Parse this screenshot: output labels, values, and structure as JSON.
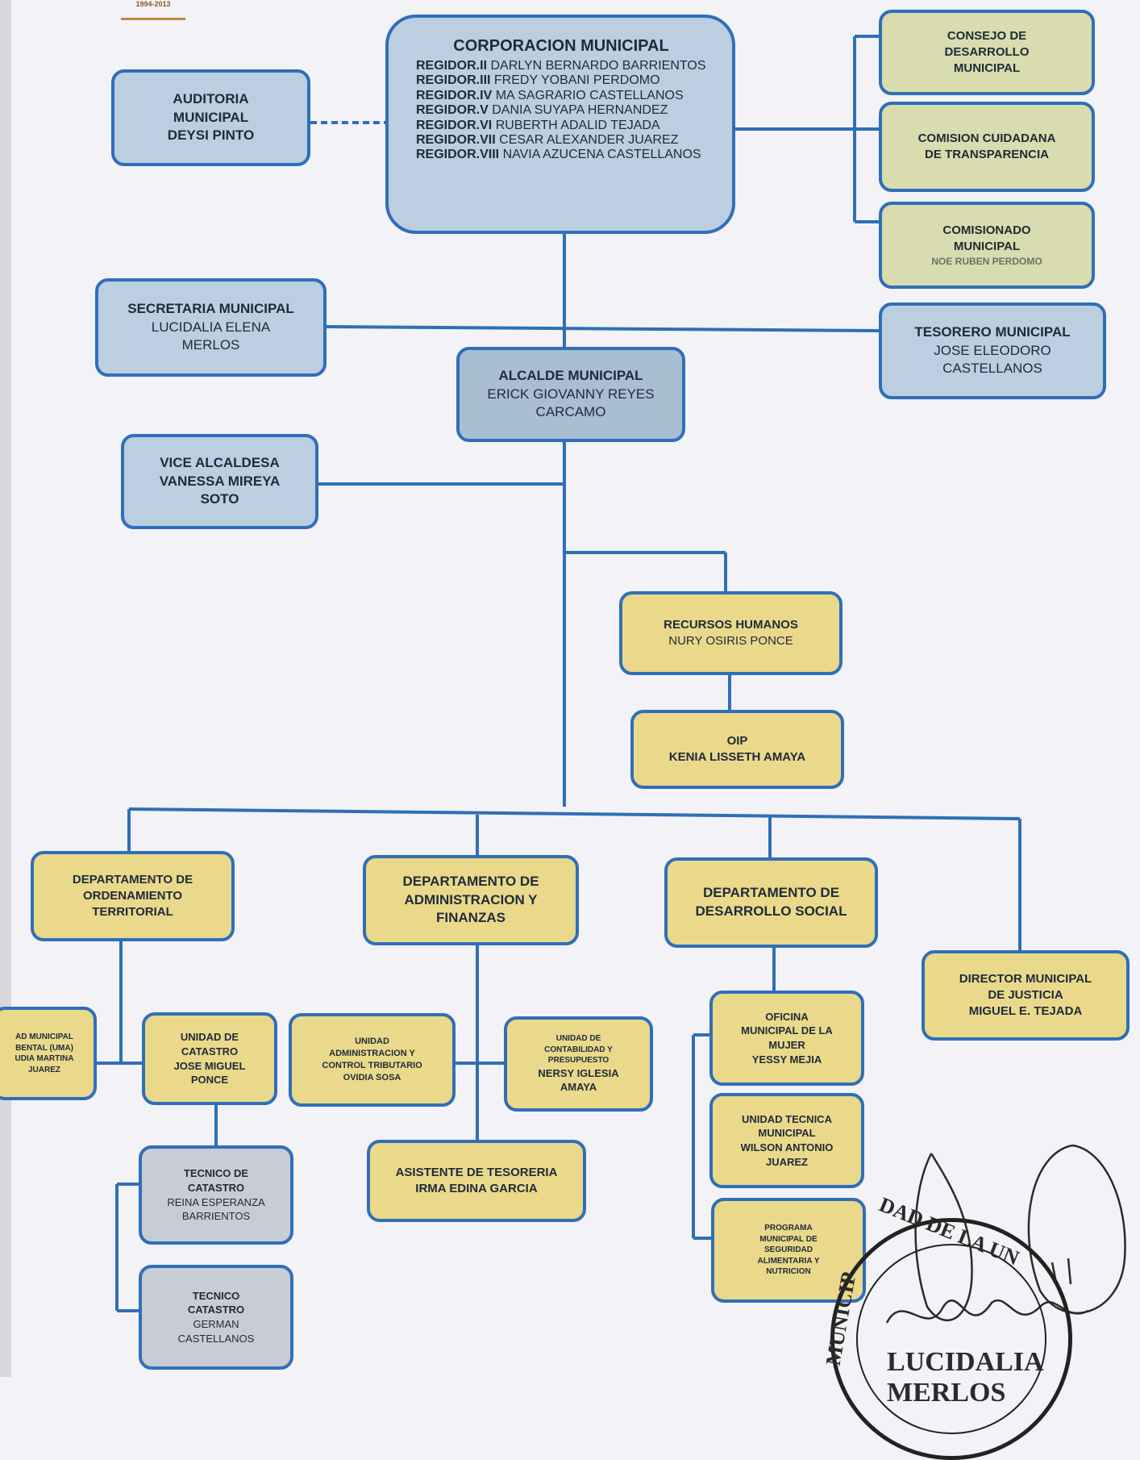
{
  "logo": {
    "text": "1994-2013"
  },
  "corporacion": {
    "title": "CORPORACION MUNICIPAL",
    "regidores": [
      {
        "role": "REGIDOR.II",
        "name": "DARLYN BERNARDO BARRIENTOS"
      },
      {
        "role": "REGIDOR.III",
        "name": "FREDY YOBANI PERDOMO"
      },
      {
        "role": "REGIDOR.IV",
        "name": "MA SAGRARIO CASTELLANOS"
      },
      {
        "role": "REGIDOR.V",
        "name": "DANIA SUYAPA HERNANDEZ"
      },
      {
        "role": "REGIDOR.VI",
        "name": "RUBERTH ADALID TEJADA"
      },
      {
        "role": "REGIDOR.VII",
        "name": "CESAR ALEXANDER JUAREZ"
      },
      {
        "role": "REGIDOR.VIII",
        "name": "NAVIA AZUCENA CASTELLANOS"
      }
    ]
  },
  "auditoria": {
    "line1": "AUDITORIA",
    "line2": "MUNICIPAL",
    "line3": "DEYSI PINTO"
  },
  "consejo": {
    "line1": "CONSEJO DE",
    "line2": "DESARROLLO",
    "line3": "MUNICIPAL"
  },
  "comision": {
    "line1": "COMISION CUIDADANA",
    "line2": "DE TRANSPARENCIA"
  },
  "comisionado": {
    "line1": "COMISIONADO",
    "line2": "MUNICIPAL",
    "line3": "NOE RUBEN PERDOMO"
  },
  "secretaria": {
    "title": "SECRETARIA MUNICIPAL",
    "line2": "LUCIDALIA ELENA",
    "line3": "MERLOS"
  },
  "tesorero": {
    "title": "TESORERO MUNICIPAL",
    "line2": "JOSE ELEODORO",
    "line3": "CASTELLANOS"
  },
  "alcalde": {
    "title": "ALCALDE MUNICIPAL",
    "line2": "ERICK GIOVANNY REYES",
    "line3": "CARCAMO"
  },
  "vice": {
    "title": "VICE ALCALDESA",
    "line2": "VANESSA MIREYA",
    "line3": "SOTO"
  },
  "rrhh": {
    "title": "RECURSOS HUMANOS",
    "line2": "NURY OSIRIS PONCE"
  },
  "oip": {
    "title": "OIP",
    "line2": "KENIA LISSETH AMAYA"
  },
  "dept_ot": {
    "line1": "DEPARTAMENTO DE",
    "line2": "ORDENAMIENTO",
    "line3": "TERRITORIAL"
  },
  "dept_af": {
    "line1": "DEPARTAMENTO DE",
    "line2": "ADMINISTRACION Y",
    "line3": "FINANZAS"
  },
  "dept_ds": {
    "line1": "DEPARTAMENTO DE",
    "line2": "DESARROLLO SOCIAL"
  },
  "director": {
    "line1": "DIRECTOR MUNICIPAL",
    "line2": "DE JUSTICIA",
    "line3": "MIGUEL E. TEJADA"
  },
  "uma": {
    "line1": "AD MUNICIPAL",
    "line2": "BENTAL (UMA)",
    "line3": "UDIA MARTINA",
    "line4": "JUAREZ"
  },
  "catastro": {
    "line1": "UNIDAD DE",
    "line2": "CATASTRO",
    "line3": "JOSE MIGUEL",
    "line4": "PONCE"
  },
  "tec1": {
    "line1": "TECNICO DE",
    "line2": "CATASTRO",
    "line3": "REINA ESPERANZA",
    "line4": "BARRIENTOS"
  },
  "tec2": {
    "line1": "TECNICO",
    "line2": "CATASTRO",
    "line3": "GERMAN",
    "line4": "CASTELLANOS"
  },
  "uact": {
    "line1": "UNIDAD",
    "line2": "ADMINISTRACION Y",
    "line3": "CONTROL TRIBUTARIO",
    "line4": "OVIDIA SOSA"
  },
  "ucp": {
    "line1": "UNIDAD DE",
    "line2": "CONTABILIDAD Y",
    "line3": "PRESUPUESTO",
    "line4": "NERSY IGLESIA",
    "line5": "AMAYA"
  },
  "asist": {
    "line1": "ASISTENTE DE TESORERIA",
    "line2": "IRMA EDINA GARCIA"
  },
  "omm": {
    "line1": "OFICINA",
    "line2": "MUNICIPAL DE LA",
    "line3": "MUJER",
    "line4": "YESSY MEJIA"
  },
  "utm": {
    "line1": "UNIDAD TECNICA",
    "line2": "MUNICIPAL",
    "line3": "WILSON ANTONIO",
    "line4": "JUAREZ"
  },
  "prog": {
    "line1": "PROGRAMA",
    "line2": "MUNICIPAL DE",
    "line3": "SEGURIDAD",
    "line4": "ALIMENTARIA Y",
    "line5": "NUTRICION"
  },
  "seal": {
    "top": "DAD DE LA UN",
    "left": "MUNICIP"
  },
  "signer": "LUCIDALIA MERLOS"
}
